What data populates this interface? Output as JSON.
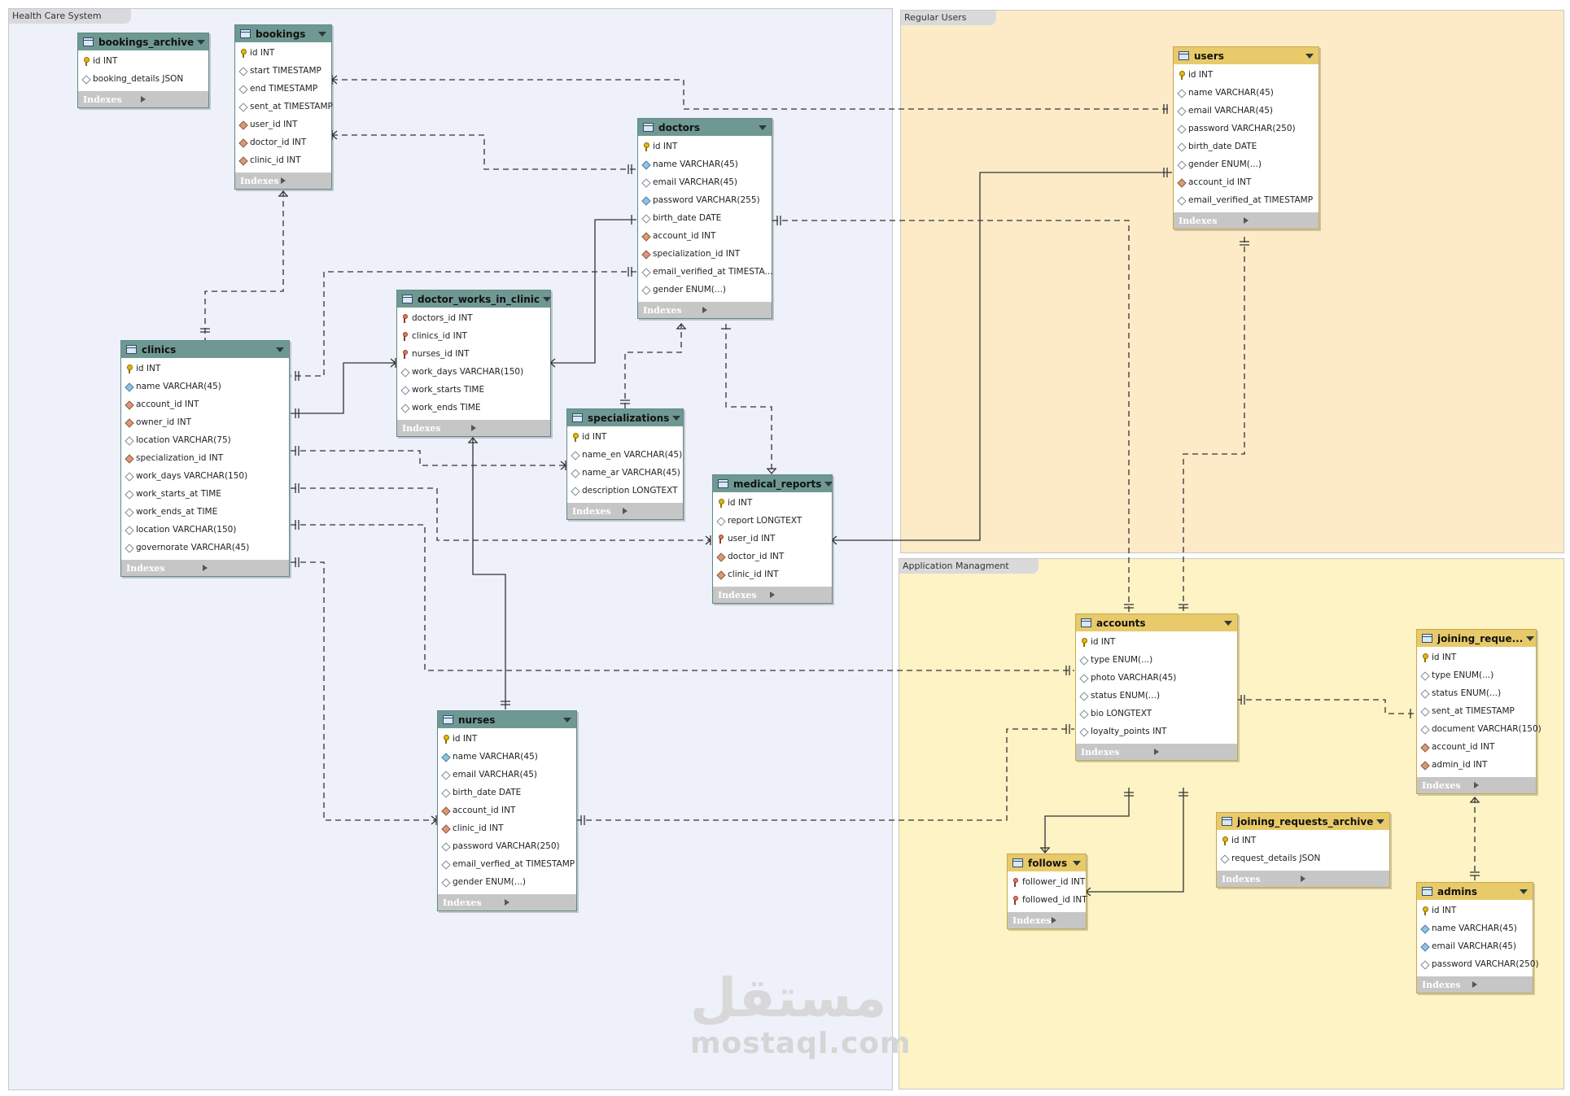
{
  "regions": {
    "health": "Health Care System",
    "users": "Regular Users",
    "app": "Application Managment"
  },
  "colors": {
    "health_bg": "#eef0fa",
    "users_bg": "#fdebc8",
    "app_bg": "#fdf3c4",
    "teal_header": "#6f9893",
    "gold_header": "#e8ca6a"
  },
  "indexes_label": "Indexes",
  "watermark": {
    "arabic": "مستقل",
    "latin": "mostaql.com"
  },
  "tables": {
    "bookings_archive": {
      "name": "bookings_archive",
      "columns": [
        {
          "icon": "pk",
          "text": "id INT"
        },
        {
          "icon": "dm",
          "text": "booking_details JSON"
        }
      ]
    },
    "bookings": {
      "name": "bookings",
      "columns": [
        {
          "icon": "pk",
          "text": "id INT"
        },
        {
          "icon": "dm",
          "text": "start TIMESTAMP"
        },
        {
          "icon": "dm",
          "text": "end TIMESTAMP"
        },
        {
          "icon": "dm",
          "text": "sent_at TIMESTAMP"
        },
        {
          "icon": "dmf",
          "text": "user_id INT"
        },
        {
          "icon": "dmf",
          "text": "doctor_id INT"
        },
        {
          "icon": "dmf",
          "text": "clinic_id INT"
        }
      ]
    },
    "doctors": {
      "name": "doctors",
      "columns": [
        {
          "icon": "pk",
          "text": "id INT"
        },
        {
          "icon": "dmb",
          "text": "name VARCHAR(45)"
        },
        {
          "icon": "dm",
          "text": "email VARCHAR(45)"
        },
        {
          "icon": "dmb",
          "text": "password VARCHAR(255)"
        },
        {
          "icon": "dm",
          "text": "birth_date DATE"
        },
        {
          "icon": "dmf",
          "text": "account_id INT"
        },
        {
          "icon": "dmf",
          "text": "specialization_id INT"
        },
        {
          "icon": "dm",
          "text": "email_verified_at TIMESTA..."
        },
        {
          "icon": "dm",
          "text": "gender ENUM(...)"
        }
      ]
    },
    "doctor_works_in_clinic": {
      "name": "doctor_works_in_clinic",
      "columns": [
        {
          "icon": "fk",
          "text": "doctors_id INT"
        },
        {
          "icon": "fk",
          "text": "clinics_id INT"
        },
        {
          "icon": "fk",
          "text": "nurses_id INT"
        },
        {
          "icon": "dm",
          "text": "work_days VARCHAR(150)"
        },
        {
          "icon": "dm",
          "text": "work_starts TIME"
        },
        {
          "icon": "dm",
          "text": "work_ends TIME"
        }
      ]
    },
    "clinics": {
      "name": "clinics",
      "columns": [
        {
          "icon": "pk",
          "text": "id INT"
        },
        {
          "icon": "dmb",
          "text": "name VARCHAR(45)"
        },
        {
          "icon": "dmf",
          "text": "account_id INT"
        },
        {
          "icon": "dmf",
          "text": "owner_id INT"
        },
        {
          "icon": "dm",
          "text": "location VARCHAR(75)"
        },
        {
          "icon": "dmf",
          "text": "specialization_id INT"
        },
        {
          "icon": "dm",
          "text": "work_days VARCHAR(150)"
        },
        {
          "icon": "dm",
          "text": "work_starts_at TIME"
        },
        {
          "icon": "dm",
          "text": "work_ends_at TIME"
        },
        {
          "icon": "dm",
          "text": "location VARCHAR(150)"
        },
        {
          "icon": "dm",
          "text": "governorate VARCHAR(45)"
        }
      ]
    },
    "specializations": {
      "name": "specializations",
      "columns": [
        {
          "icon": "pk",
          "text": "id INT"
        },
        {
          "icon": "dm",
          "text": "name_en VARCHAR(45)"
        },
        {
          "icon": "dm",
          "text": "name_ar VARCHAR(45)"
        },
        {
          "icon": "dm",
          "text": "description LONGTEXT"
        }
      ]
    },
    "medical_reports": {
      "name": "medical_reports",
      "columns": [
        {
          "icon": "pk",
          "text": "id INT"
        },
        {
          "icon": "dm",
          "text": "report LONGTEXT"
        },
        {
          "icon": "fk",
          "text": "user_id INT"
        },
        {
          "icon": "dmf",
          "text": "doctor_id INT"
        },
        {
          "icon": "dmf",
          "text": "clinic_id INT"
        }
      ]
    },
    "nurses": {
      "name": "nurses",
      "columns": [
        {
          "icon": "pk",
          "text": "id INT"
        },
        {
          "icon": "dmb",
          "text": "name VARCHAR(45)"
        },
        {
          "icon": "dm",
          "text": "email VARCHAR(45)"
        },
        {
          "icon": "dm",
          "text": "birth_date DATE"
        },
        {
          "icon": "dmf",
          "text": "account_id INT"
        },
        {
          "icon": "dmf",
          "text": "clinic_id INT"
        },
        {
          "icon": "dm",
          "text": "password VARCHAR(250)"
        },
        {
          "icon": "dm",
          "text": "email_verfied_at TIMESTAMP"
        },
        {
          "icon": "dm",
          "text": "gender ENUM(...)"
        }
      ]
    },
    "users": {
      "name": "users",
      "columns": [
        {
          "icon": "pk",
          "text": "id INT"
        },
        {
          "icon": "dm",
          "text": "name VARCHAR(45)"
        },
        {
          "icon": "dm",
          "text": "email VARCHAR(45)"
        },
        {
          "icon": "dm",
          "text": "password VARCHAR(250)"
        },
        {
          "icon": "dm",
          "text": "birth_date DATE"
        },
        {
          "icon": "dm",
          "text": "gender ENUM(...)"
        },
        {
          "icon": "dmf",
          "text": "account_id INT"
        },
        {
          "icon": "dm",
          "text": "email_verified_at TIMESTAMP"
        }
      ]
    },
    "accounts": {
      "name": "accounts",
      "columns": [
        {
          "icon": "pk",
          "text": "id INT"
        },
        {
          "icon": "dm",
          "text": "type ENUM(...)"
        },
        {
          "icon": "dm",
          "text": "photo VARCHAR(45)"
        },
        {
          "icon": "dm",
          "text": "status ENUM(...)"
        },
        {
          "icon": "dm",
          "text": "bio LONGTEXT"
        },
        {
          "icon": "dm",
          "text": "loyalty_points INT"
        }
      ]
    },
    "joining_requests": {
      "name": "joining_reque...",
      "columns": [
        {
          "icon": "pk",
          "text": "id INT"
        },
        {
          "icon": "dm",
          "text": "type ENUM(...)"
        },
        {
          "icon": "dm",
          "text": "status ENUM(...)"
        },
        {
          "icon": "dm",
          "text": "sent_at TIMESTAMP"
        },
        {
          "icon": "dm",
          "text": "document VARCHAR(150)"
        },
        {
          "icon": "dmf",
          "text": "account_id INT"
        },
        {
          "icon": "dmf",
          "text": "admin_id INT"
        }
      ]
    },
    "joining_requests_archive": {
      "name": "joining_requests_archive",
      "columns": [
        {
          "icon": "pk",
          "text": "id INT"
        },
        {
          "icon": "dm",
          "text": "request_details JSON"
        }
      ]
    },
    "follows": {
      "name": "follows",
      "columns": [
        {
          "icon": "fk",
          "text": "follower_id INT"
        },
        {
          "icon": "fk",
          "text": "followed_id INT"
        }
      ]
    },
    "admins": {
      "name": "admins",
      "columns": [
        {
          "icon": "pk",
          "text": "id INT"
        },
        {
          "icon": "dmb",
          "text": "name VARCHAR(45)"
        },
        {
          "icon": "dmb",
          "text": "email VARCHAR(45)"
        },
        {
          "icon": "dm",
          "text": "password VARCHAR(250)"
        }
      ]
    }
  }
}
